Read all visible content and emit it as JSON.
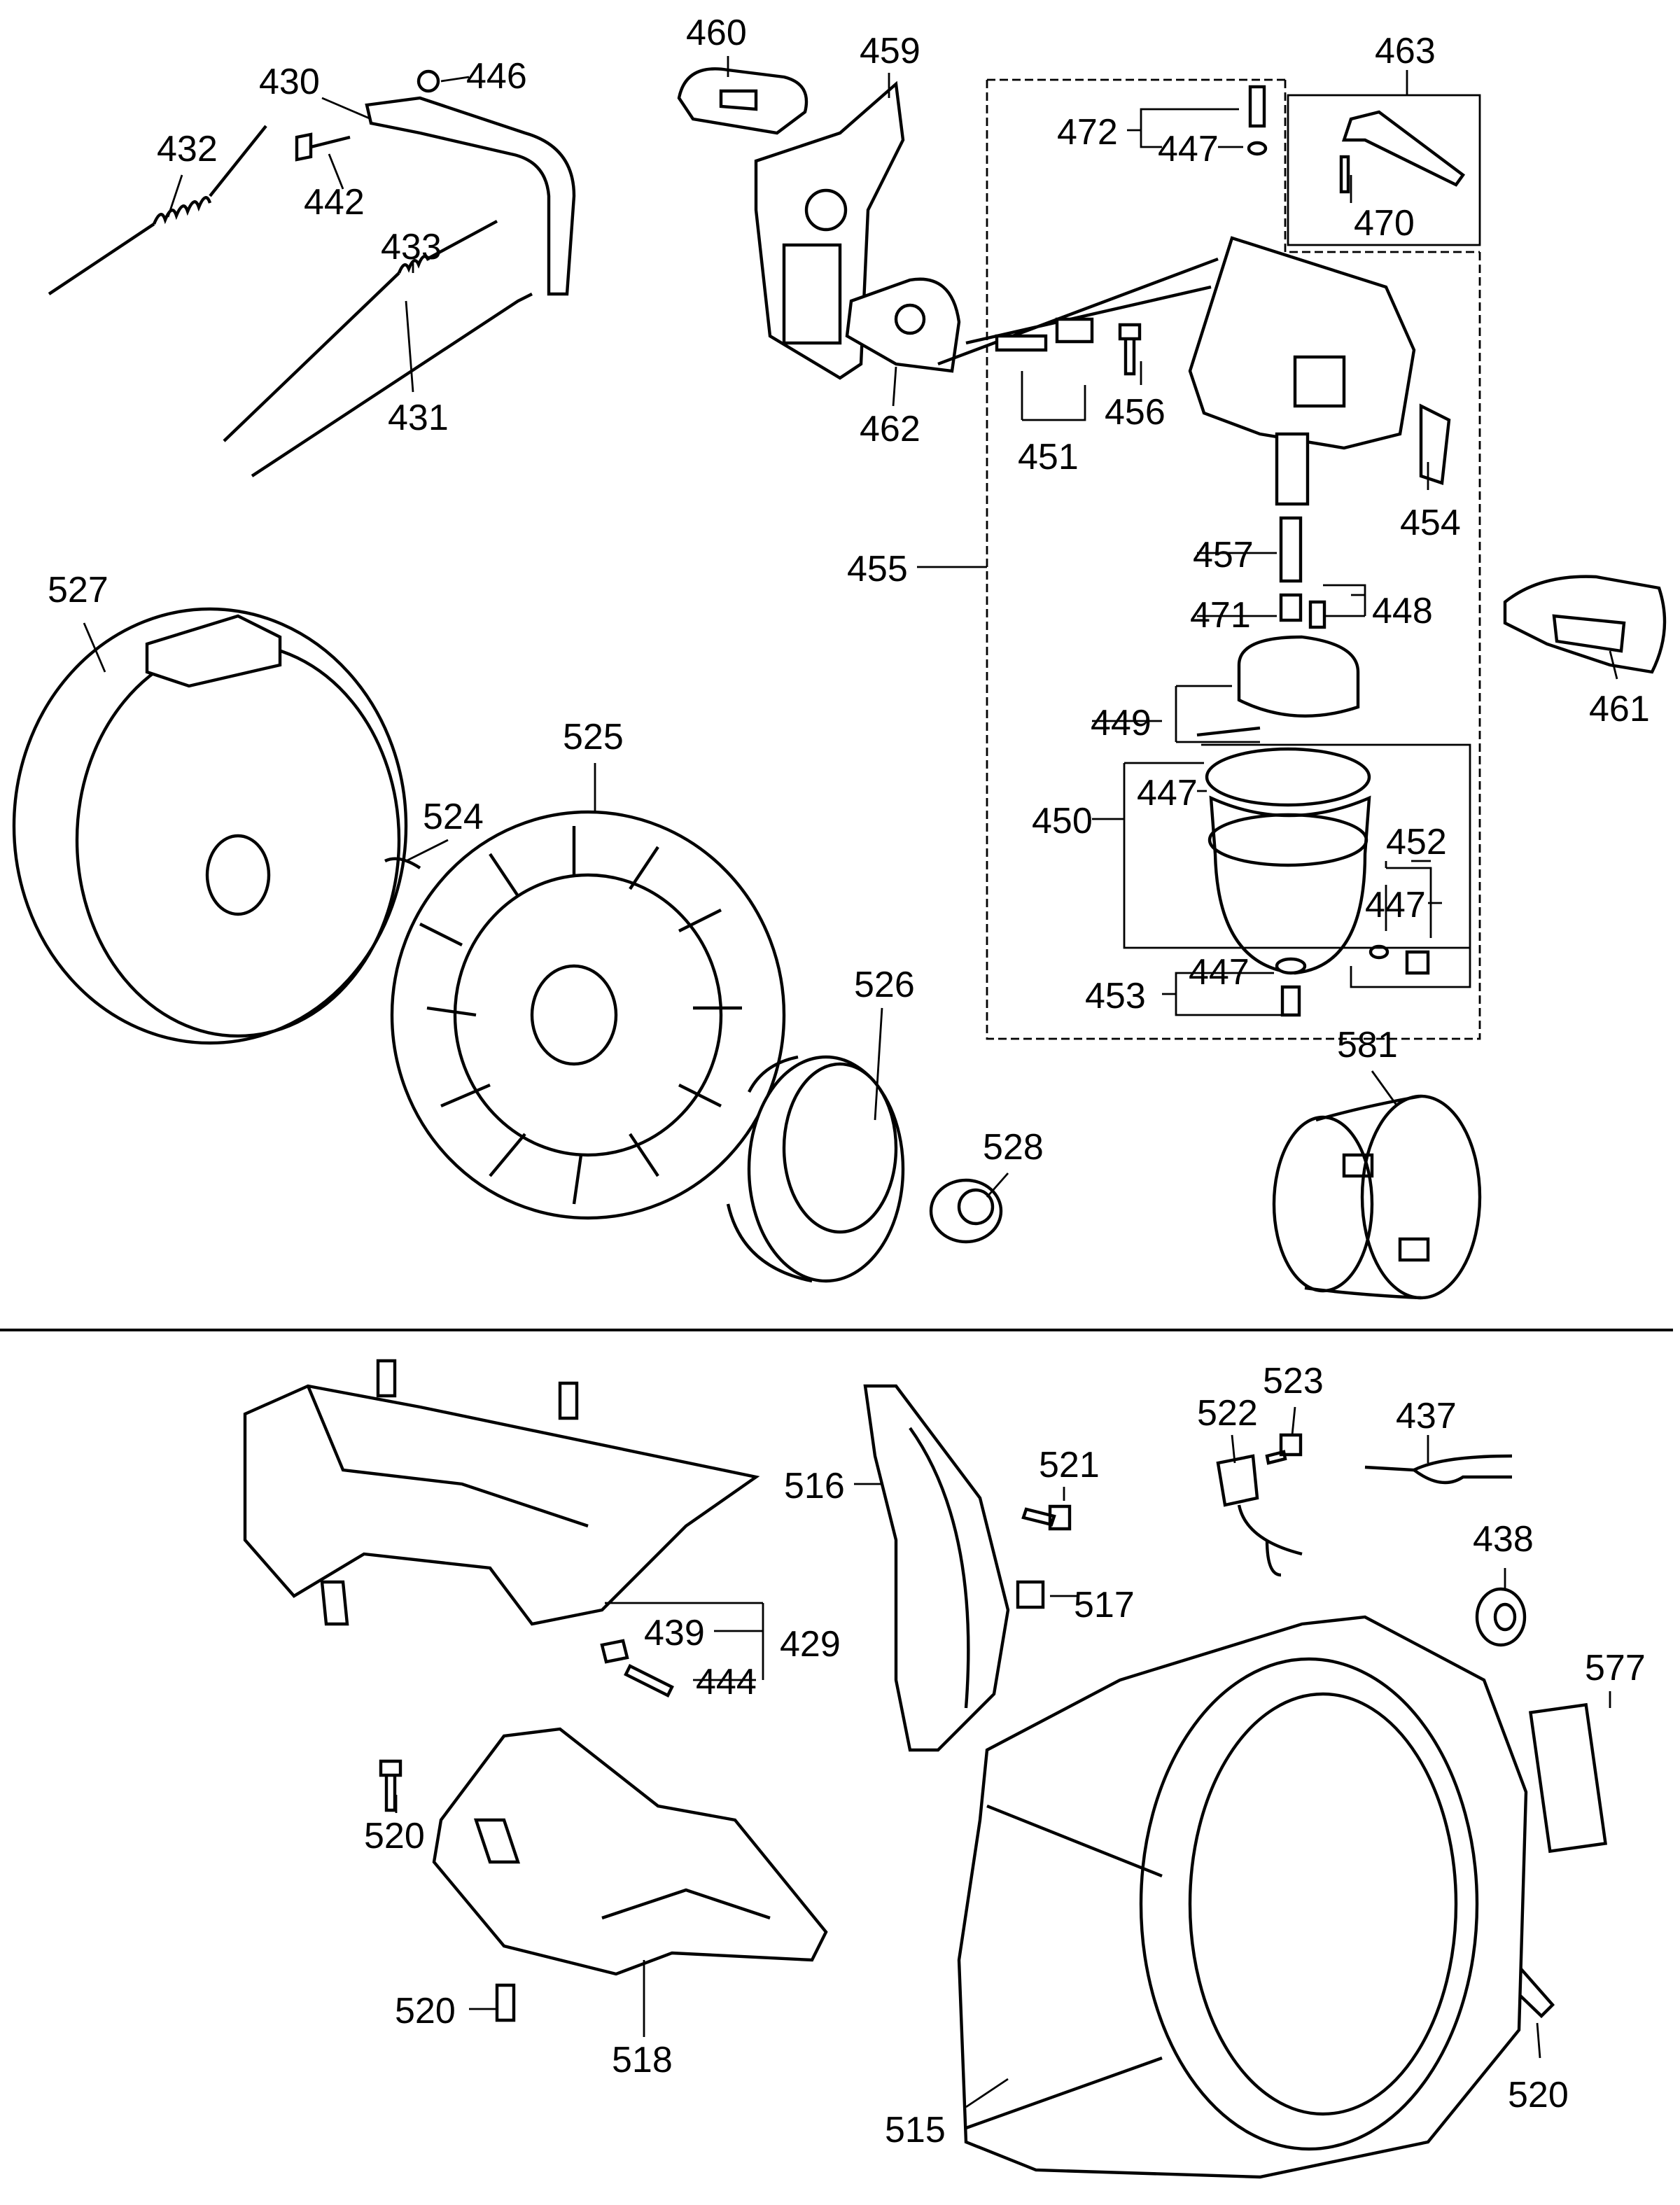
{
  "diagram": {
    "type": "exploded parts diagram",
    "labels": {
      "p460": "460",
      "p459": "459",
      "p430": "430",
      "p446": "446",
      "p432": "432",
      "p442": "442",
      "p433": "433",
      "p431": "431",
      "p463": "463",
      "p472": "472",
      "p447a": "447",
      "p470": "470",
      "p462": "462",
      "p451": "451",
      "p456": "456",
      "p454": "454",
      "p457": "457",
      "p455": "455",
      "p471": "471",
      "p448": "448",
      "p461": "461",
      "p527": "527",
      "p525": "525",
      "p524": "524",
      "p449": "449",
      "p450": "450",
      "p447b": "447",
      "p452": "452",
      "p447c": "447",
      "p453": "453",
      "p447d": "447",
      "p526": "526",
      "p528": "528",
      "p581": "581",
      "p523": "523",
      "p522": "522",
      "p437": "437",
      "p521": "521",
      "p516": "516",
      "p517": "517",
      "p438": "438",
      "p439": "439",
      "p429": "429",
      "p444": "444",
      "p577": "577",
      "p520a": "520",
      "p520b": "520",
      "p518": "518",
      "p520c": "520",
      "p515": "515"
    }
  }
}
